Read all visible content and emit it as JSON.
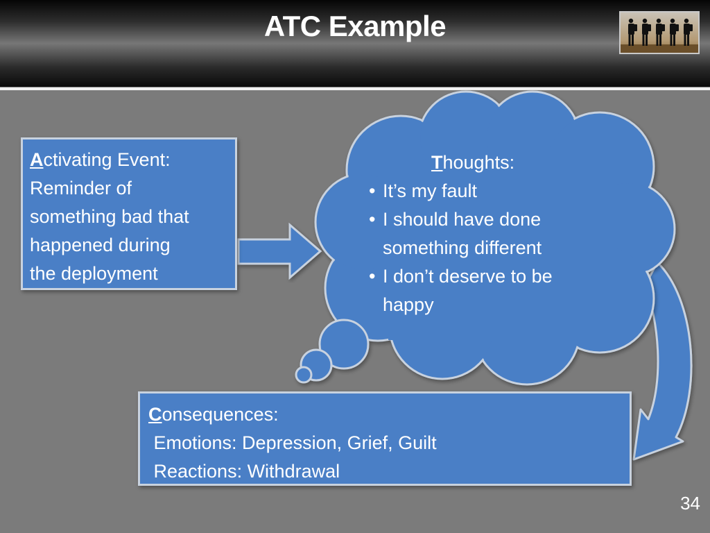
{
  "slide": {
    "title": "ATC Example",
    "number": "34"
  },
  "activating": {
    "initial": "A",
    "rest": "ctivating Event:",
    "lines": [
      "Reminder of",
      "something bad that",
      "happened during",
      "the deployment"
    ]
  },
  "thoughts": {
    "initial": "T",
    "rest": "houghts:",
    "items": [
      "It’s my fault",
      "I should have done something different",
      "I don’t deserve to  be happy"
    ]
  },
  "consequences": {
    "initial": "C",
    "rest": "onsequences:",
    "lines": [
      " Emotions: Depression, Grief, Guilt",
      " Reactions: Withdrawal"
    ]
  },
  "colors": {
    "box_fill": "#4a7fc6",
    "box_border": "#c8d2df",
    "cloud_fill": "#4a7fc6",
    "background": "#7b7b7b"
  },
  "icons": [
    "soldiers-silhouette-logo",
    "right-block-arrow",
    "curved-down-arrow",
    "thought-cloud"
  ]
}
